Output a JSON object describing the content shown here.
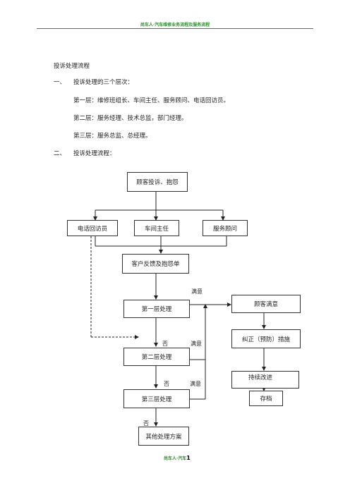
{
  "header": {
    "text": "尚车人·汽车维修业务流程及服务流程"
  },
  "doc": {
    "title": "投诉处理流程",
    "section1": {
      "num": "一、",
      "heading": "投诉处理的三个层次："
    },
    "levels": [
      "第一层：维修班组长、车间主任、服务顾问、电话回访员。",
      "第二层：服务经理、技术总监，部门经理。",
      "第三层：服务总监、总经理。"
    ],
    "section2": {
      "num": "二、",
      "heading": "投诉处理流程："
    }
  },
  "flow": {
    "start": "顾客投诉、抱怨",
    "receivers": [
      "电话回访员",
      "车间主任",
      "服务顾问"
    ],
    "feedback": "客户反馈及抱怨单",
    "level1": "第一层处理",
    "level2": "第二层处理",
    "level3": "第三层处理",
    "other": "其他处理方案",
    "satisfied_box": "顾客满意",
    "corrective": "纠正（预防）措施",
    "improve": "持续改进",
    "archive": "存档",
    "label_satisfied": "满意",
    "label_no": "否"
  },
  "footer": {
    "text": "尚车人·汽车",
    "page": "1"
  }
}
